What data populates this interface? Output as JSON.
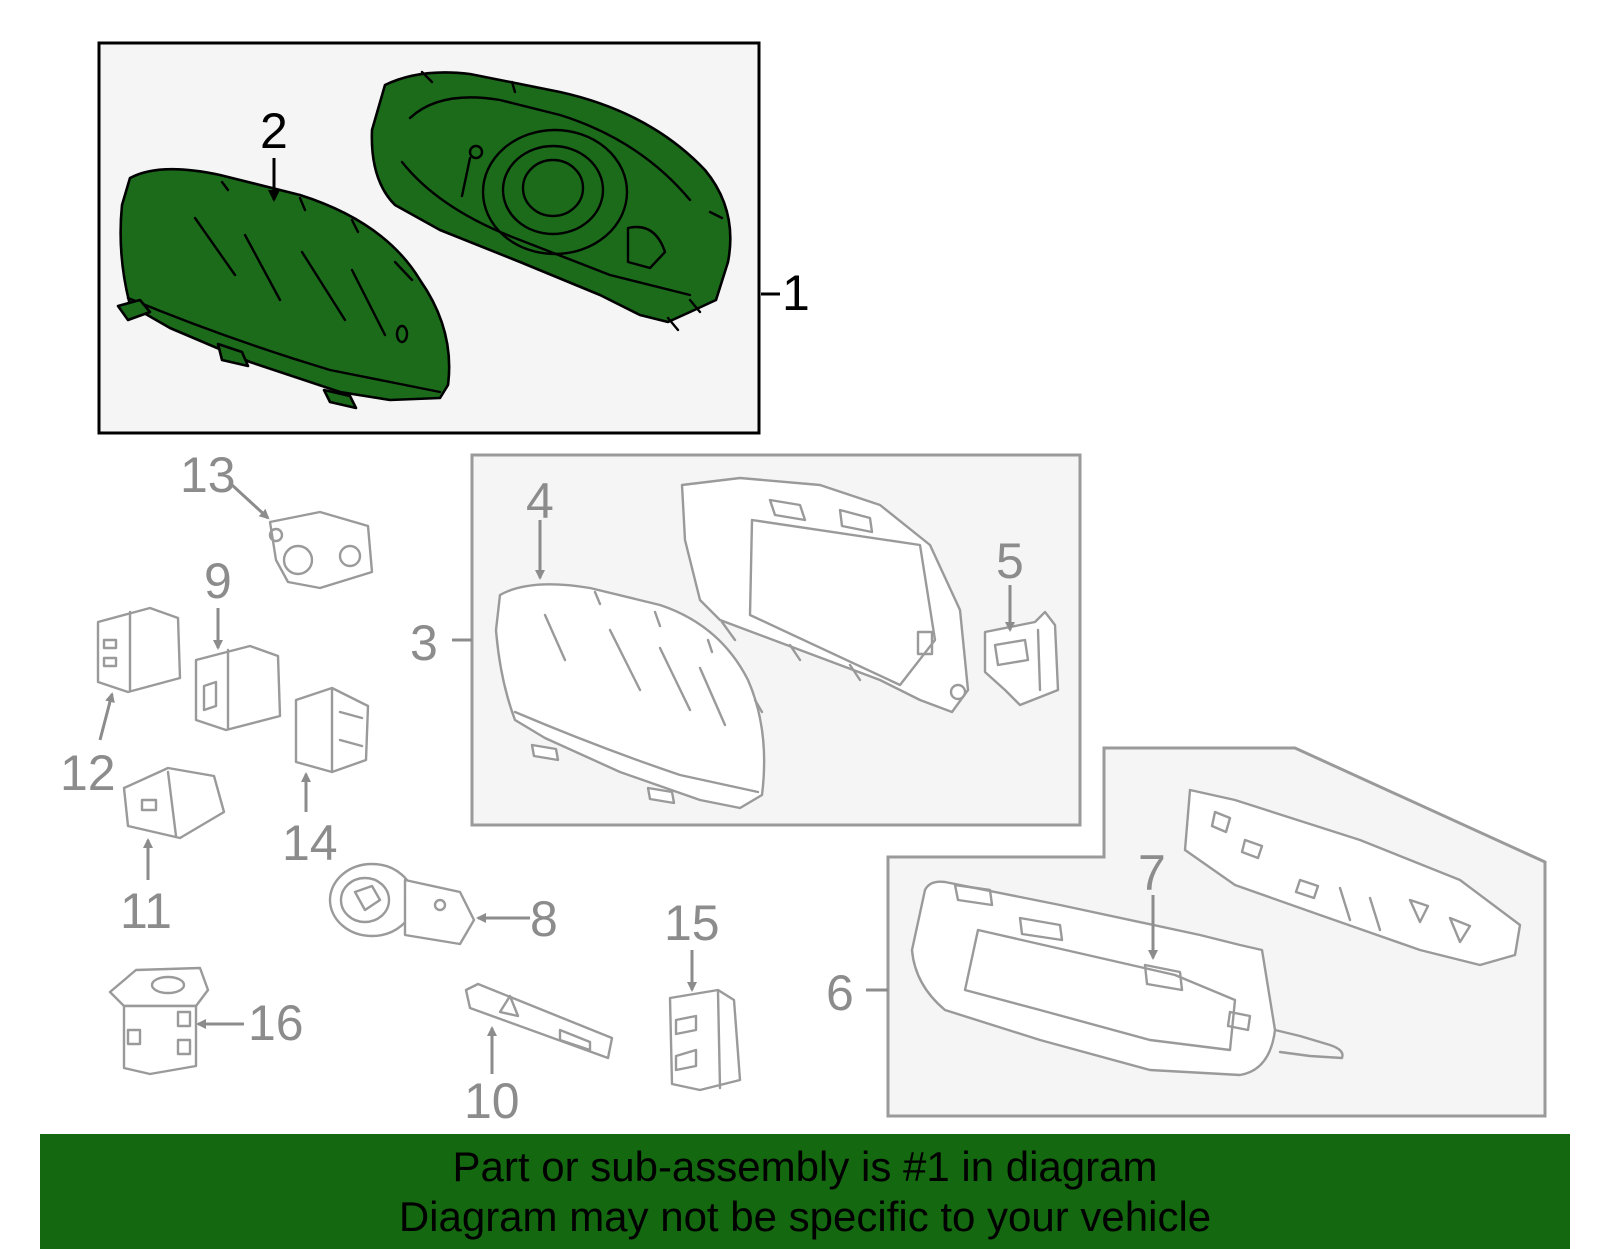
{
  "callouts": {
    "c1": "1",
    "c2": "2",
    "c3": "3",
    "c4": "4",
    "c5": "5",
    "c6": "6",
    "c7": "7",
    "c8": "8",
    "c9": "9",
    "c10": "10",
    "c11": "11",
    "c12": "12",
    "c13": "13",
    "c14": "14",
    "c15": "15",
    "c16": "16"
  },
  "colors": {
    "highlight_fill": "#1b6b1b",
    "banner": "#14680f",
    "grey_line": "#9a9a9a",
    "box_bg": "#f5f5f5"
  },
  "footer": {
    "line1": "Part or sub-assembly is #1 in diagram",
    "line2": "Diagram may not be specific to your vehicle"
  }
}
